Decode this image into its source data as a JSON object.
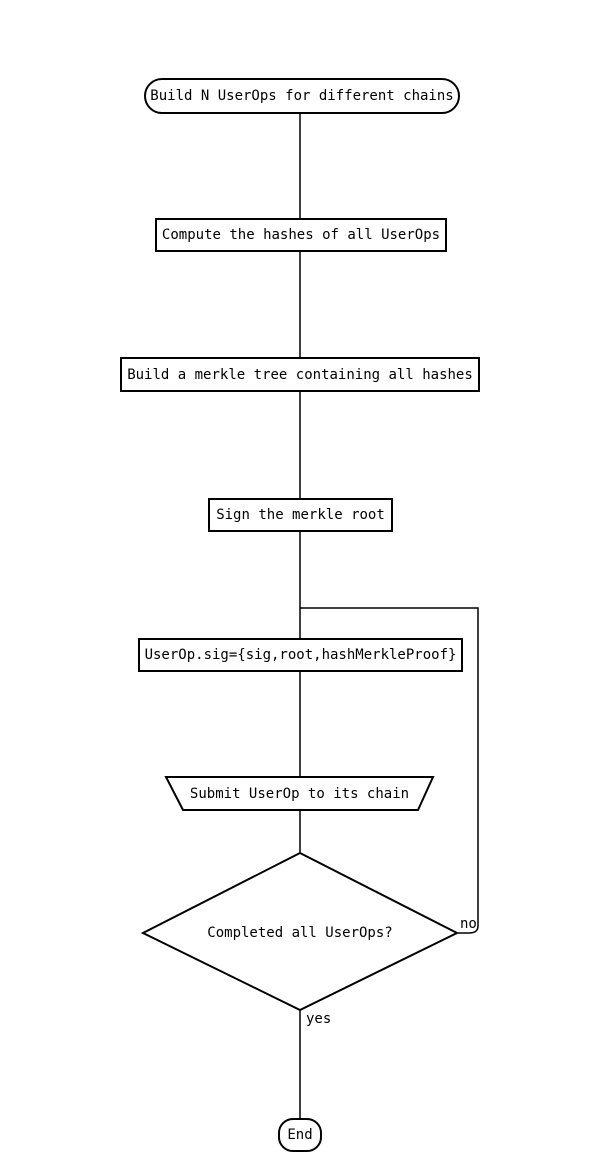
{
  "diagram": {
    "type": "flowchart",
    "direction": "top-down",
    "colors": {
      "stroke": "#000000",
      "node_fill": "#ffffff",
      "background": "#ffffff",
      "text": "#000000"
    },
    "nodes": [
      {
        "id": "start",
        "shape": "stadium",
        "label": "Build N UserOps for different chains"
      },
      {
        "id": "compute_hashes",
        "shape": "rectangle",
        "label": "Compute the hashes of all UserOps"
      },
      {
        "id": "build_merkle_tree",
        "shape": "rectangle",
        "label": "Build a merkle tree containing all hashes"
      },
      {
        "id": "sign_merkle_root",
        "shape": "rectangle",
        "label": "Sign the merkle root"
      },
      {
        "id": "userop_sig",
        "shape": "rectangle",
        "label": "UserOp.sig={sig,root,hashMerkleProof}"
      },
      {
        "id": "submit_userop",
        "shape": "trapezoid",
        "label": "Submit UserOp to its chain"
      },
      {
        "id": "completed_check",
        "shape": "diamond",
        "label": "Completed all UserOps?"
      },
      {
        "id": "end",
        "shape": "terminator",
        "label": "End"
      }
    ],
    "edges": [
      {
        "from": "start",
        "to": "compute_hashes",
        "label": ""
      },
      {
        "from": "compute_hashes",
        "to": "build_merkle_tree",
        "label": ""
      },
      {
        "from": "build_merkle_tree",
        "to": "sign_merkle_root",
        "label": ""
      },
      {
        "from": "sign_merkle_root",
        "to": "userop_sig",
        "label": ""
      },
      {
        "from": "userop_sig",
        "to": "submit_userop",
        "label": ""
      },
      {
        "from": "submit_userop",
        "to": "completed_check",
        "label": ""
      },
      {
        "from": "completed_check",
        "to": "userop_sig",
        "label": "no"
      },
      {
        "from": "completed_check",
        "to": "end",
        "label": "yes"
      }
    ],
    "edge_labels": {
      "no": "no",
      "yes": "yes"
    }
  }
}
